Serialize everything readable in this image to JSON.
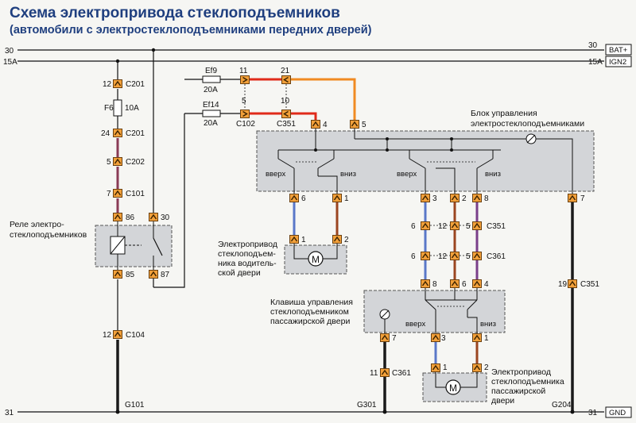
{
  "title": "Схема электропривода стеклоподъемников",
  "subtitle": "(автомобили с электростеклоподъемниками передних дверей)",
  "rails": {
    "r30_left": "30",
    "r30_right": "30",
    "r30_tag": "BAT+",
    "r15_left": "15A",
    "r15_right": "15A",
    "r15_tag": "IGN2",
    "r31_left": "31",
    "r31_right": "31",
    "r31_tag": "GND"
  },
  "left_chain": {
    "c201_pin_a": "12",
    "c201_a": "C201",
    "fuse_f6": "F6",
    "fuse_f6_rating": "10A",
    "c201_pin_b": "24",
    "c201_b": "C201",
    "c202_pin": "5",
    "c202": "C202",
    "c101_pin": "7",
    "c101": "C101",
    "c104_pin": "12",
    "c104": "C104",
    "ground": "G101"
  },
  "relay": {
    "label_line1": "Реле электро-",
    "label_line2": "стеклоподъемников",
    "pin86": "86",
    "pin30": "30",
    "pin85": "85",
    "pin87": "87"
  },
  "fuses": {
    "ef9": "Ef9",
    "ef9_rating": "20A",
    "ef14": "Ef14",
    "ef14_rating": "20A",
    "c102_pin_top": "11",
    "c102_pin_bottom": "5",
    "c102": "C102",
    "c351_pin_top": "21",
    "c351_pin_bottom": "10",
    "c351": "C351"
  },
  "control_unit": {
    "label_line1": "Блок управления",
    "label_line2": "электростеклоподъемниками",
    "pin4": "4",
    "pin5": "5",
    "sw1_up": "вверх",
    "sw1_down": "вниз",
    "sw2_up": "вверх",
    "sw2_down": "вниз",
    "pin6": "6",
    "pin1": "1",
    "pin3": "3",
    "pin2": "2",
    "pin8": "8",
    "pin7": "7"
  },
  "driver_motor": {
    "pin1": "1",
    "pin2": "2",
    "label_line1": "Электропривод",
    "label_line2": "стеклоподъем-",
    "label_line3": "ника водитель-",
    "label_line4": "ской двери",
    "motor_symbol": "M"
  },
  "intermediate": {
    "c351_pins": [
      "6",
      "12",
      "5"
    ],
    "c351": "C351",
    "c361_pins": [
      "6",
      "12",
      "5"
    ],
    "c361": "C361"
  },
  "passenger_switch": {
    "label_line1": "Клавиша управления",
    "label_line2": "стеклоподъемником",
    "label_line3": "пассажирской двери",
    "pin8": "8",
    "pin6": "6",
    "pin4": "4",
    "up": "вверх",
    "down": "вниз",
    "pin7": "7",
    "pin3": "3",
    "pin1": "1"
  },
  "passenger_motor": {
    "pin1": "1",
    "pin2": "2",
    "label_line1": "Электропривод",
    "label_line2": "стеклоподъемника",
    "label_line3": "пассажирской",
    "label_line4": "двери",
    "motor_symbol": "M"
  },
  "grounds": {
    "c361_pin": "11",
    "c361": "C361",
    "g301": "G301",
    "c351_pin": "19",
    "c351": "C351",
    "g204": "G204"
  },
  "colors": {
    "wire_red": "#e02a1a",
    "wire_orange": "#f08a22",
    "wire_blue": "#5a78c8",
    "wire_brown": "#9b4520",
    "wire_violet": "#7a3f8a",
    "wire_black": "#1a1a1a",
    "connector_fill": "#f2a03a",
    "module_fill": "#d3d5d8",
    "title_color": "#1f3f7f"
  }
}
